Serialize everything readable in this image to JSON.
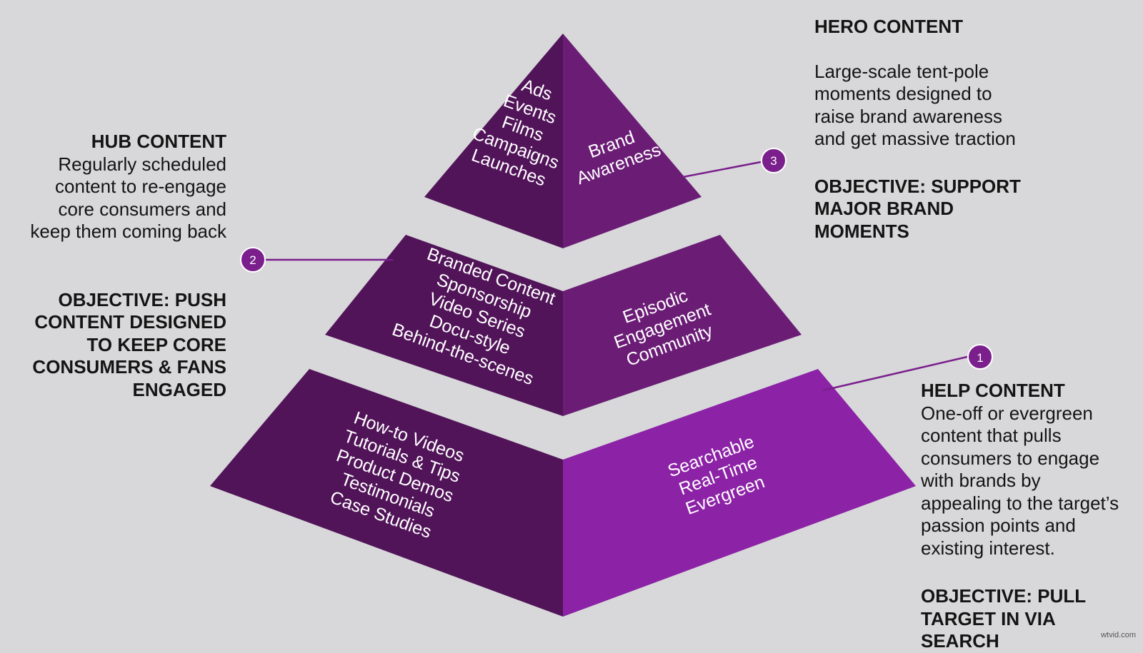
{
  "colors": {
    "background": "#d8d8da",
    "dark_purple": "#511459",
    "mid_purple": "#6b1d76",
    "bright_purple": "#8c22a6",
    "callout_line": "#7a1f8c"
  },
  "pyramid": {
    "top": {
      "left_items": [
        "Ads",
        "Events",
        "Films",
        "Campaigns",
        "Launches"
      ],
      "right_items": [
        "Brand",
        "Awareness"
      ],
      "badge": "3"
    },
    "middle": {
      "left_items": [
        "Branded Content",
        "Sponsorship",
        "Video Series",
        "Docu-style",
        "Behind-the-scenes"
      ],
      "right_items": [
        "Episodic",
        "Engagement",
        "Community"
      ],
      "badge": "2"
    },
    "bottom": {
      "left_items": [
        "How-to Videos",
        "Tutorials & Tips",
        "Product Demos",
        "Testimonials",
        "Case Studies"
      ],
      "right_items": [
        "Searchable",
        "Real-Time",
        "Evergreen"
      ],
      "badge": "1"
    }
  },
  "hero": {
    "heading": "HERO CONTENT",
    "description": [
      "Large-scale tent-pole",
      "moments designed to",
      "raise brand awareness",
      "and get massive traction"
    ],
    "objective": [
      "OBJECTIVE: SUPPORT",
      "MAJOR BRAND",
      "MOMENTS"
    ]
  },
  "hub": {
    "heading": "HUB CONTENT",
    "description": [
      "Regularly scheduled",
      "content to re-engage",
      "core consumers and",
      "keep them coming back"
    ],
    "objective": [
      "OBJECTIVE: PUSH",
      "CONTENT DESIGNED",
      "TO KEEP CORE",
      "CONSUMERS & FANS",
      "ENGAGED"
    ]
  },
  "help": {
    "heading": "HELP CONTENT",
    "description": [
      "One-off or evergreen",
      "content that pulls",
      "consumers to engage",
      "with brands by",
      "appealing to the target’s",
      "passion points and",
      "existing interest."
    ],
    "objective": [
      "OBJECTIVE: PULL",
      "TARGET IN VIA SEARCH"
    ]
  },
  "watermark": "wtvid.com"
}
